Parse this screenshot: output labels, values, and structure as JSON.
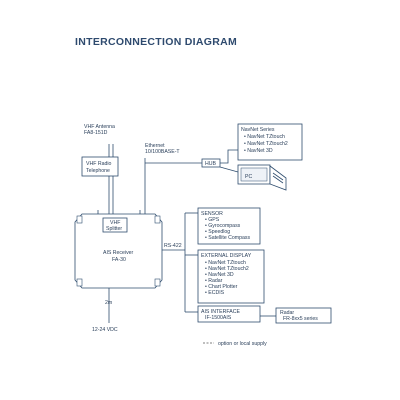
{
  "title": "INTERCONNECTION DIAGRAM",
  "vhf_antenna": {
    "line1": "VHF Antenna",
    "line2": "FA8-151D"
  },
  "vhf_radio": {
    "line1": "VHF Radio",
    "line2": "Telephone"
  },
  "ethernet": {
    "line1": "Ethernet",
    "line2": "10/100BASE-T"
  },
  "hub": "HUB",
  "navnet": {
    "header": "NavNet Series",
    "items": [
      "• NavNet TZtouch",
      "• NavNet TZtouch2",
      "• NavNet 3D"
    ]
  },
  "pc": "PC",
  "vhf_splitter": {
    "line1": "VHF",
    "line2": "Splitter"
  },
  "ais_receiver": {
    "line1": "AIS Receiver",
    "line2": "FA-30"
  },
  "rs422": "RS-422",
  "sensor": {
    "header": "SENSOR",
    "items": [
      "• GPS",
      "• Gyrocompass",
      "• Speedlog",
      "• Satellite Compass"
    ]
  },
  "external_display": {
    "header": "EXTERNAL DISPLAY",
    "items": [
      "• NavNet TZtouch",
      "• NavNet TZtouch2",
      "• NavNet 3D",
      "• Radar",
      "• Chart Plotter",
      "• ECDIS"
    ]
  },
  "ais_interface": {
    "line1": "AIS INTERFACE",
    "line2": "IF-1500AIS"
  },
  "radar": {
    "line1": "Radar",
    "line2": "FR-8xx5 series"
  },
  "cable_length": "2m",
  "power": "12-24 VDC",
  "legend": "option or local supply"
}
